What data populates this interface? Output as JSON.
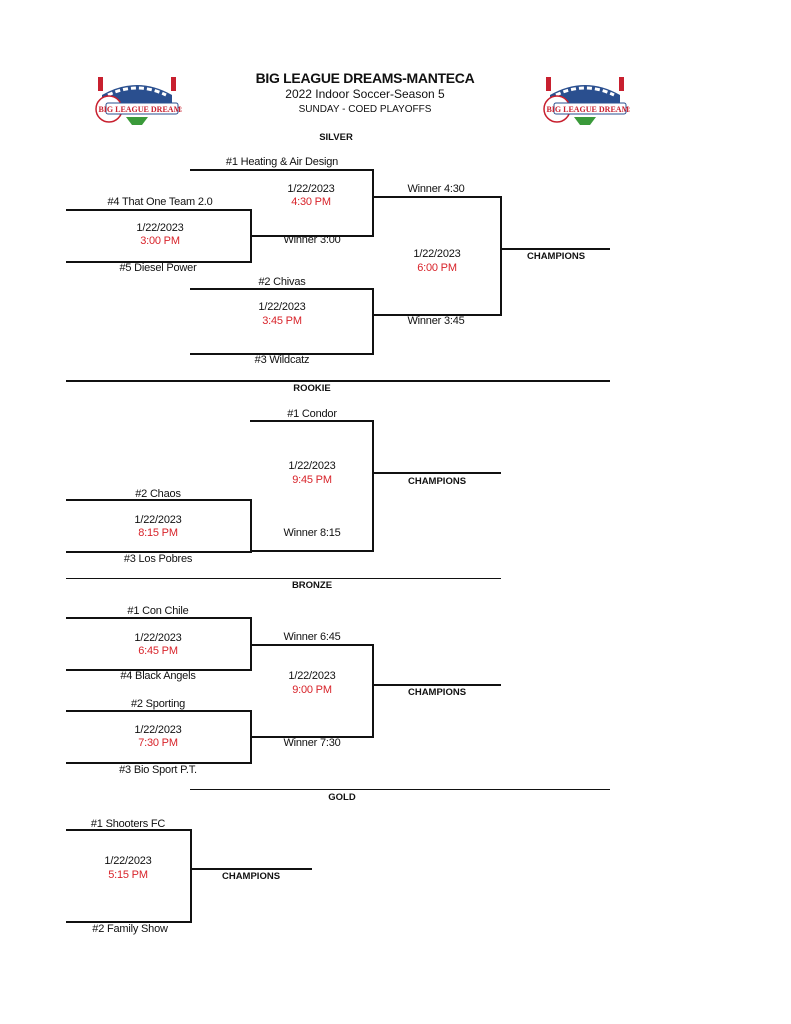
{
  "header": {
    "title": "BIG LEAGUE DREAMS-MANTECA",
    "subtitle": "2022 Indoor Soccer-Season 5",
    "subheading": "SUNDAY - COED PLAYOFFS",
    "logo_text": "BIG LEAGUE DREAMS",
    "logo_icon": "stadium-logo-icon"
  },
  "colors": {
    "time_red": "#d8232a",
    "line": "#111111",
    "logo_red": "#c8202f",
    "logo_blue": "#2a4f8f"
  },
  "champions_label": "CHAMPIONS",
  "silver": {
    "label": "SILVER",
    "team1": "#1 Heating & Air Design",
    "team4": "#4 That One Team 2.0",
    "team5": "#5 Diesel Power",
    "team2": "#2 Chivas",
    "team3": "#3 Wildcatz",
    "game1": {
      "date": "1/22/2023",
      "time": "3:00 PM"
    },
    "game2": {
      "date": "1/22/2023",
      "time": "4:30 PM"
    },
    "game3": {
      "date": "1/22/2023",
      "time": "3:45 PM"
    },
    "final": {
      "date": "1/22/2023",
      "time": "6:00 PM"
    },
    "winner_300": "Winner 3:00",
    "winner_430": "Winner 4:30",
    "winner_345": "Winner 3:45"
  },
  "rookie": {
    "label": "ROOKIE",
    "team1": "#1 Condor",
    "team2": "#2 Chaos",
    "team3": "#3 Los Pobres",
    "game1": {
      "date": "1/22/2023",
      "time": "8:15 PM"
    },
    "final": {
      "date": "1/22/2023",
      "time": "9:45 PM"
    },
    "winner_815": "Winner 8:15"
  },
  "bronze": {
    "label": "BRONZE",
    "team1": "#1 Con Chile",
    "team4": "#4 Black Angels",
    "team2": "#2 Sporting",
    "team3": "#3 Bio Sport P.T.",
    "game1": {
      "date": "1/22/2023",
      "time": "6:45 PM"
    },
    "game2": {
      "date": "1/22/2023",
      "time": "7:30 PM"
    },
    "final": {
      "date": "1/22/2023",
      "time": "9:00 PM"
    },
    "winner_645": "Winner 6:45",
    "winner_730": "Winner 7:30"
  },
  "gold": {
    "label": "GOLD",
    "team1": "#1 Shooters FC",
    "team2": "#2 Family Show",
    "final": {
      "date": "1/22/2023",
      "time": "5:15 PM"
    }
  }
}
